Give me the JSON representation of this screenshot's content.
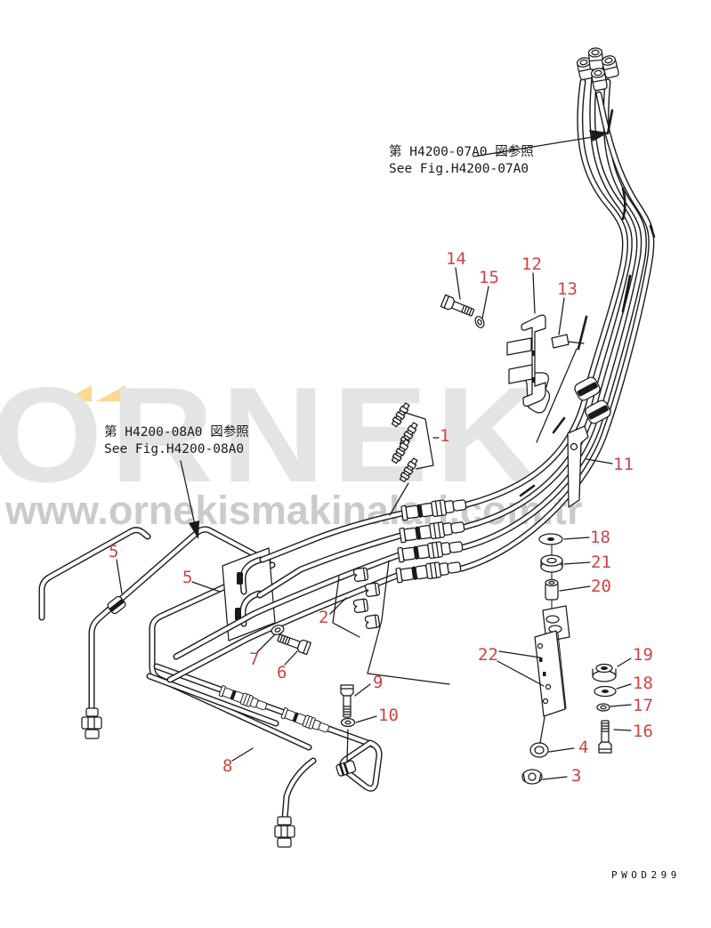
{
  "figure": {
    "type": "hydraulic-piping-parts-diagram",
    "references": [
      {
        "jp": "第 H4200-07A0 図参照",
        "en": "See Fig.H4200-07A0"
      },
      {
        "jp": "第 H4200-08A0 図参照",
        "en": "See Fig.H4200-08A0"
      }
    ],
    "callouts": [
      "14",
      "15",
      "12",
      "13",
      "1",
      "11",
      "18",
      "21",
      "20",
      "5",
      "5",
      "2",
      "7",
      "6",
      "9",
      "10",
      "22",
      "19",
      "18",
      "17",
      "16",
      "8",
      "4",
      "3"
    ],
    "drawing_number": "PWOD299"
  },
  "watermark": {
    "brand": "ÖRNEK",
    "brand_letters": "ORNEK",
    "url": "www.ornekismakinalari.com.tr",
    "accent_yellow": "#f9da8e",
    "text_gray": "#e4e4e4"
  },
  "colors": {
    "callout_red": "#cc4444",
    "line_black": "#1a1a1a"
  }
}
